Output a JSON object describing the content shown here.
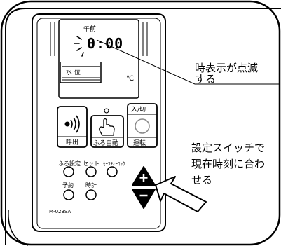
{
  "display": {
    "am_pm": "午前",
    "time": "0:00",
    "water_level_label": "水 位",
    "temp_unit": "℃"
  },
  "buttons": {
    "call_label": "呼出",
    "bath_auto_label": "ふろ自動",
    "power_top_label": "入/切",
    "power_label": "運転",
    "bath_setting_label": "ふろ設定",
    "set_label": "セット",
    "safety_lock_label": "ｾｰﾌﾃｨｰﾛｯｸ",
    "timer_label": "予約",
    "clock_label": "時計"
  },
  "model": "M-023SA",
  "callouts": {
    "blink_line1": "時表示が点滅",
    "blink_line2": "する",
    "set_line1": "設定スイッチで",
    "set_line2": "現在時刻に合わ",
    "set_line3": "せる"
  }
}
